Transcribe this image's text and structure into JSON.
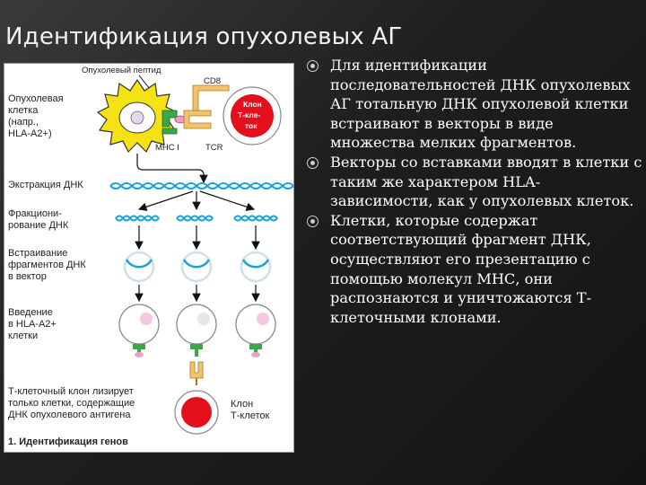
{
  "title": "Идентификация опухолевых АГ",
  "bullets": [
    "Для идентификации последовательностей ДНК опухолевых АГ тотальную ДНК опухолевой клетки встраивают в векторы в виде множества мелких фрагментов.",
    "Векторы со вставками вводят в клетки с таким же характером HLA-зависимости, как у опухолевых клеток.",
    "Клетки, которые содержат соответствующий фрагмент ДНК, осуществляют его презентацию с помощью молекул МНС, они распознаются и уничтожаются Т-клеточными клонами."
  ],
  "figure": {
    "tumor_peptide": "Опухолевый пептид",
    "tumor_cell_1": "Опухолевая",
    "tumor_cell_2": "клетка",
    "tumor_cell_3": "(напр.,",
    "tumor_cell_4": "HLA-A2+)",
    "cd8": "CD8",
    "mhc": "MHC I",
    "tcr": "TCR",
    "clone_cell_1": "Клон",
    "clone_cell_2": "Т-кле-",
    "clone_cell_3": "ток",
    "dna_extraction": "Экстракция ДНК",
    "fractionation_1": "Фракциони-",
    "fractionation_2": "рование ДНК",
    "insertion_1": "Встраивание",
    "insertion_2": "фрагментов ДНК",
    "insertion_3": "в вектор",
    "introduction_1": "Введение",
    "introduction_2": "в HLA-A2+",
    "introduction_3": "клетки",
    "lysis_1": "Т-клеточный клон лизирует",
    "lysis_2": "только клетки, содержащие",
    "lysis_3": "ДНК опухолевого антигена",
    "clone_bottom_1": "Клон",
    "clone_bottom_2": "Т-клеток",
    "caption": "1. Идентификация генов"
  },
  "colors": {
    "tumor_cell": "#f5e214",
    "t_cell": "#e3101c",
    "dna": "#1ba3d6",
    "mhc": "#3aa84a",
    "tcr": "#f2c36b",
    "peptide": "#e8a0c8",
    "arrow": "#111111"
  }
}
